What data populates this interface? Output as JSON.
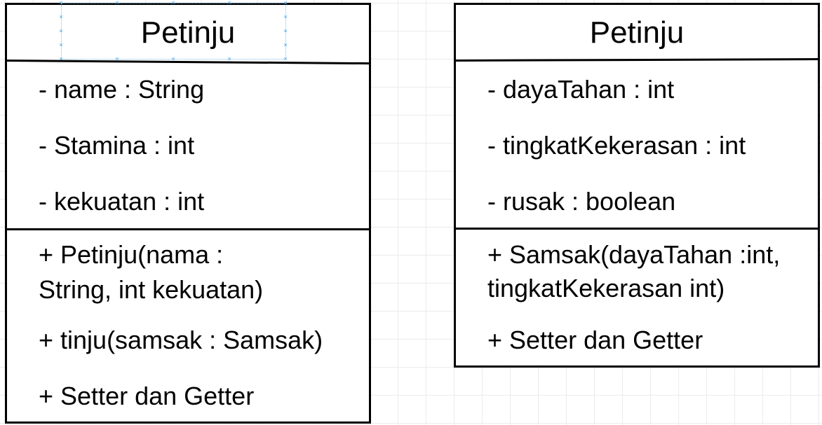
{
  "diagram": {
    "classes": [
      {
        "name": "Petinju",
        "attributes": [
          "- name : String",
          "- Stamina : int",
          "- kekuatan : int"
        ],
        "methods": [
          "+ Petinju(nama :",
          "String, int kekuatan)",
          "+ tinju(samsak : Samsak)",
          "+ Setter dan Getter"
        ]
      },
      {
        "name": "Petinju",
        "attributes": [
          "- dayaTahan : int",
          "- tingkatKekerasan : int",
          "- rusak : boolean"
        ],
        "methods": [
          "+ Samsak(dayaTahan :int,",
          "tingkatKekerasan int)",
          "+ Setter dan Getter"
        ]
      }
    ],
    "colors": {
      "border": "#000000",
      "grid": "#ebebeb",
      "selection": "#3aa0e0"
    }
  }
}
